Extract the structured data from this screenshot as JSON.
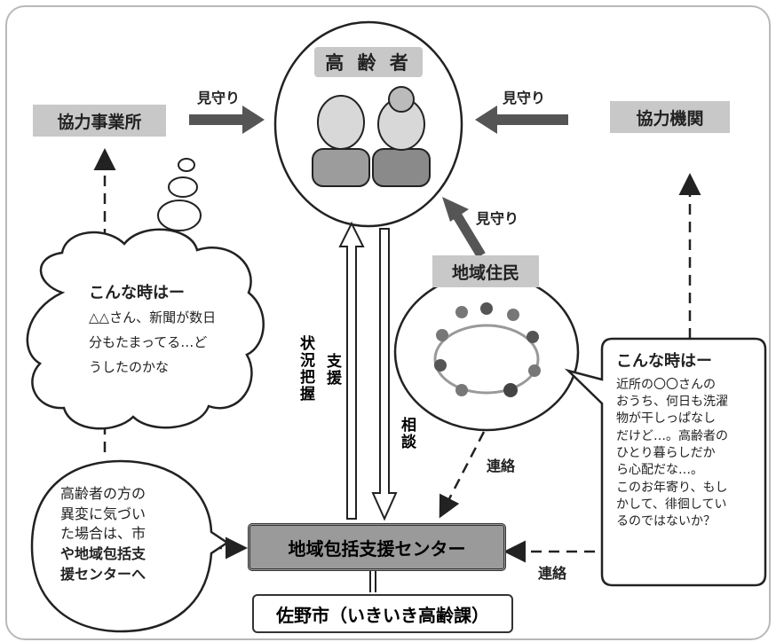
{
  "nodes": {
    "elderly": "高 齢 者",
    "partner_business": "協力事業所",
    "partner_org": "協力機関",
    "residents": "地域住民",
    "center": "地域包括支援センター",
    "city": "佐野市（いきいき高齢課）"
  },
  "arrows": {
    "watch_left": "見守り",
    "watch_right": "見守り",
    "watch_residents": "見守り",
    "status": "状況把握",
    "support": "支援",
    "consult": "相談",
    "contact_residents": "連絡",
    "contact_right": "連絡"
  },
  "thought_bubble": {
    "title": "こんな時はー",
    "lines": [
      "△△さん、新聞が数日",
      "分もたまってる…ど",
      "うしたのかな"
    ]
  },
  "speech_right": {
    "title": "こんな時はー",
    "lines": [
      "近所の〇〇さんの",
      "おうち、何日も洗濯",
      "物が干しっぱなし",
      "だけど…。高齢者の",
      "ひとり暮らしだか",
      "ら心配だな…。",
      "このお年寄り、もし",
      "かして、徘徊してい",
      "るのではないか？"
    ]
  },
  "speech_left": {
    "lines": [
      "高齢者の方の",
      "異変に気づい",
      "た場合は、市",
      "や地域包括支",
      "援センターへ"
    ]
  }
}
